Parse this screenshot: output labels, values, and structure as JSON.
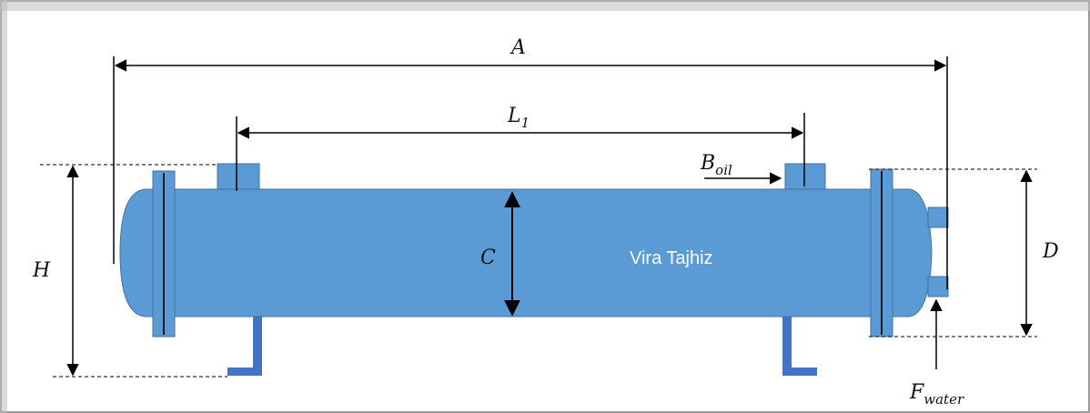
{
  "diagram": {
    "labels": {
      "A": "A",
      "L1_main": "L",
      "L1_sub": "1",
      "C": "C",
      "H": "H",
      "D": "D",
      "B_main": "B",
      "B_sub": "oil",
      "F_main": "F",
      "F_sub": "water"
    },
    "center_text": "Vira Tajhiz"
  },
  "colors": {
    "shell": "#5b9bd5",
    "flange": "#5b9bd5",
    "support": "#4472c4",
    "dimension": "#000000"
  }
}
